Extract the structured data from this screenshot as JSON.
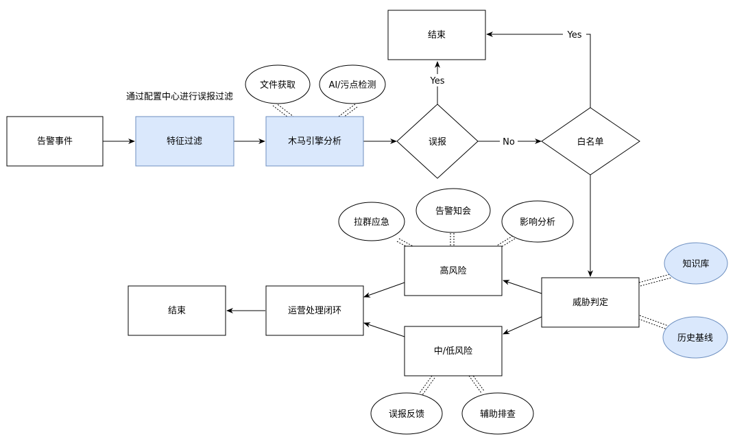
{
  "colors": {
    "highlight_fill": "#dae8fc",
    "highlight_stroke": "#6c8ebf",
    "default_fill": "#ffffff",
    "line": "#000000"
  },
  "diagram": {
    "annotation": "通过配置中心进行误报过滤",
    "nodes": {
      "alert_event": "告警事件",
      "feature_filter": "特征过滤",
      "trojan_engine": "木马引擎分析",
      "false_positive": "误报",
      "whitelist": "白名单",
      "end_top": "结束",
      "file_fetch": "文件获取",
      "ai_taint": "AI/污点检测",
      "threat_judge": "威胁判定",
      "knowledge_base": "知识库",
      "history_baseline": "历史基线",
      "high_risk": "高风险",
      "mid_low_risk": "中/低风险",
      "group_emergency": "拉群应急",
      "alert_notify": "告警知会",
      "impact_analysis": "影响分析",
      "fp_feedback": "误报反馈",
      "assist_investigation": "辅助排查",
      "ops_loop": "运营处理闭环",
      "end_left": "结束"
    },
    "edge_labels": {
      "fp_yes": "Yes",
      "fp_no": "No",
      "wl_yes": "Yes"
    }
  }
}
